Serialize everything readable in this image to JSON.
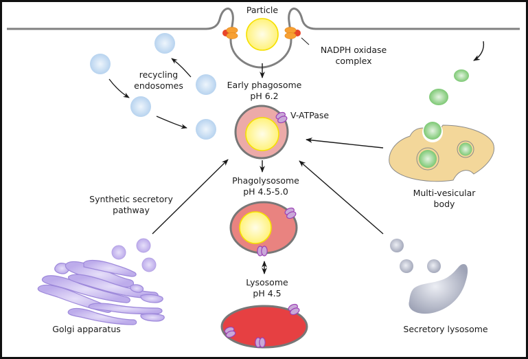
{
  "title": "Phagosome maturation and membrane sources",
  "labels": {
    "particle": "Particle",
    "nadph_line1": "NADPH oxidase",
    "nadph_line2": "complex",
    "recycling_line1": "recycling",
    "recycling_line2": "endosomes",
    "early_line1": "Early phagosome",
    "early_line2": "pH 6.2",
    "vatpase": "V-ATPase",
    "phagolysosome_line1": "Phagolysosome",
    "phagolysosome_line2": "pH 4.5-5.0",
    "lysosome_line1": "Lysosome",
    "lysosome_line2": "pH 4.5",
    "synthetic_line1": "Synthetic secretory",
    "synthetic_line2": "pathway",
    "mvb_line1": "Multi-vesicular",
    "mvb_line2": "body",
    "golgi": "Golgi apparatus",
    "secretory": "Secretory lysosome"
  },
  "colors": {
    "membrane": "#808080",
    "particle_fill": "#fff7b0",
    "particle_stroke": "#f5e000",
    "nadph_orange": "#f7a033",
    "nadph_red": "#e8452a",
    "endosome": "#cfe2f5",
    "endosome_stroke": "#9cc1e6",
    "early_phagosome_fill": "#ecaaa8",
    "phagolysosome_fill": "#e98380",
    "lysosome_fill": "#e64042",
    "vatpase_fill": "#c9a8d8",
    "vatpase_stroke": "#9b3fb5",
    "mvb_fill": "#f3d79a",
    "mvb_vesicle": "#a8dca0",
    "mvb_vesicle_stroke": "#58b04f",
    "golgi_fill": "#cbbdf0",
    "golgi_stroke": "#9d88da",
    "secretory_fill": "#c9ccd8",
    "secretory_stroke": "#8d93a8",
    "arrow": "#1a1a1a",
    "border": "#111111"
  }
}
